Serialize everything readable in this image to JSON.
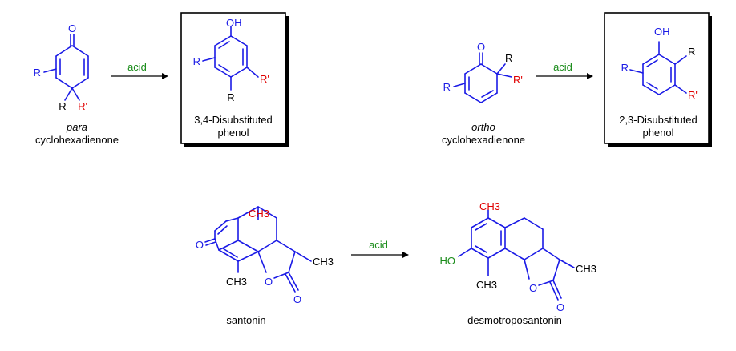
{
  "reaction_1": {
    "reactant_prefix": "para",
    "reactant_name": "cyclohexadienone",
    "reagent": "acid",
    "product_line1": "3,4-Disubstituted",
    "product_line2": "phenol",
    "atoms": {
      "O": "O",
      "OH": "OH",
      "R": "R",
      "R2": "R",
      "Rp": "R'"
    }
  },
  "reaction_2": {
    "reactant_prefix": "ortho",
    "reactant_name": "cyclohexadienone",
    "reagent": "acid",
    "product_line1": "2,3-Disubstituted",
    "product_line2": "phenol",
    "atoms": {
      "O": "O",
      "OH": "OH",
      "R": "R",
      "R2": "R",
      "Rp": "R'"
    }
  },
  "reaction_3": {
    "reactant_name": "santonin",
    "reagent": "acid",
    "product_name": "desmotroposantonin",
    "atoms": {
      "CH3": "CH3",
      "O": "O",
      "HO": "HO"
    }
  },
  "colors": {
    "bond": "#1a1ae6",
    "substituent": "#e00000",
    "reagent": "#1a8c1a",
    "text": "#000000"
  }
}
